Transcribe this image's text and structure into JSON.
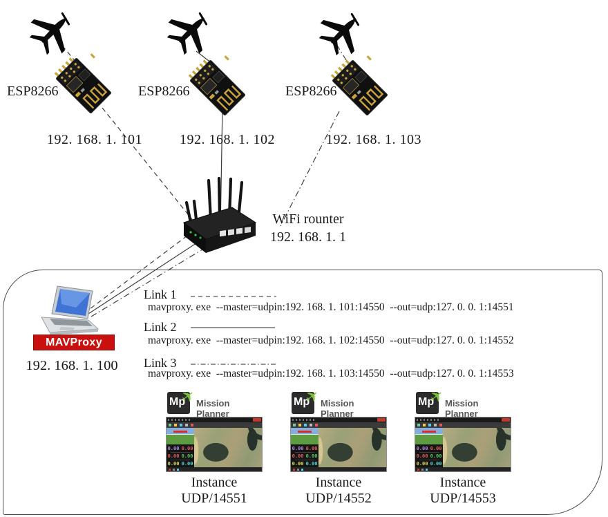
{
  "drones": [
    {
      "esp_label": "ESP8266",
      "ip": "192. 168. 1. 101"
    },
    {
      "esp_label": "ESP8266",
      "ip": "192. 168. 1. 102"
    },
    {
      "esp_label": "ESP8266",
      "ip": "192. 168. 1. 103"
    }
  ],
  "router": {
    "label": "WiFi rounter",
    "ip": "192. 168. 1. 1"
  },
  "ground_station": {
    "label": "MAVProxy",
    "ip": "192. 168. 1. 100"
  },
  "links": [
    {
      "label": "Link 1",
      "line_style": "dashed",
      "command": "mavproxy. exe  --master=udpin:192. 168. 1. 101:14550  --out=udp:127. 0. 0. 1:14551"
    },
    {
      "label": "Link 2",
      "line_style": "solid",
      "command": "mavproxy. exe  --master=udpin:192. 168. 1. 102:14550  --out=udp:127. 0. 0. 1:14552"
    },
    {
      "label": "Link 3",
      "line_style": "dash-dot",
      "command": "mavproxy. exe  --master=udpin:192. 168. 1. 103:14550  --out=udp:127. 0. 0. 1:14553"
    }
  ],
  "instances": [
    {
      "logo_text": "Mp",
      "app_name": "Mission Planner",
      "caption_line1": "Instance",
      "caption_line2": "UDP/14551",
      "hud_values": [
        "0.00",
        "0.00",
        "0.00",
        "0.00",
        "0.00",
        "0.00"
      ]
    },
    {
      "logo_text": "Mp",
      "app_name": "Mission Planner",
      "caption_line1": "Instance",
      "caption_line2": "UDP/14552",
      "hud_values": [
        "0.00",
        "0.00",
        "0.00",
        "0.00",
        "0.00",
        "0.00"
      ]
    },
    {
      "logo_text": "Mp",
      "app_name": "Mission Planner",
      "caption_line1": "Instance",
      "caption_line2": "UDP/14553",
      "hud_values": [
        "0.00",
        "0.00",
        "0.00",
        "0.00",
        "0.00",
        "0.00"
      ]
    }
  ],
  "icons": {
    "mp_plane": "✈"
  },
  "colors": {
    "mavproxy_bg": "#c9100e",
    "mp_green": "#7cc13e",
    "line": "#3d3d3d"
  }
}
